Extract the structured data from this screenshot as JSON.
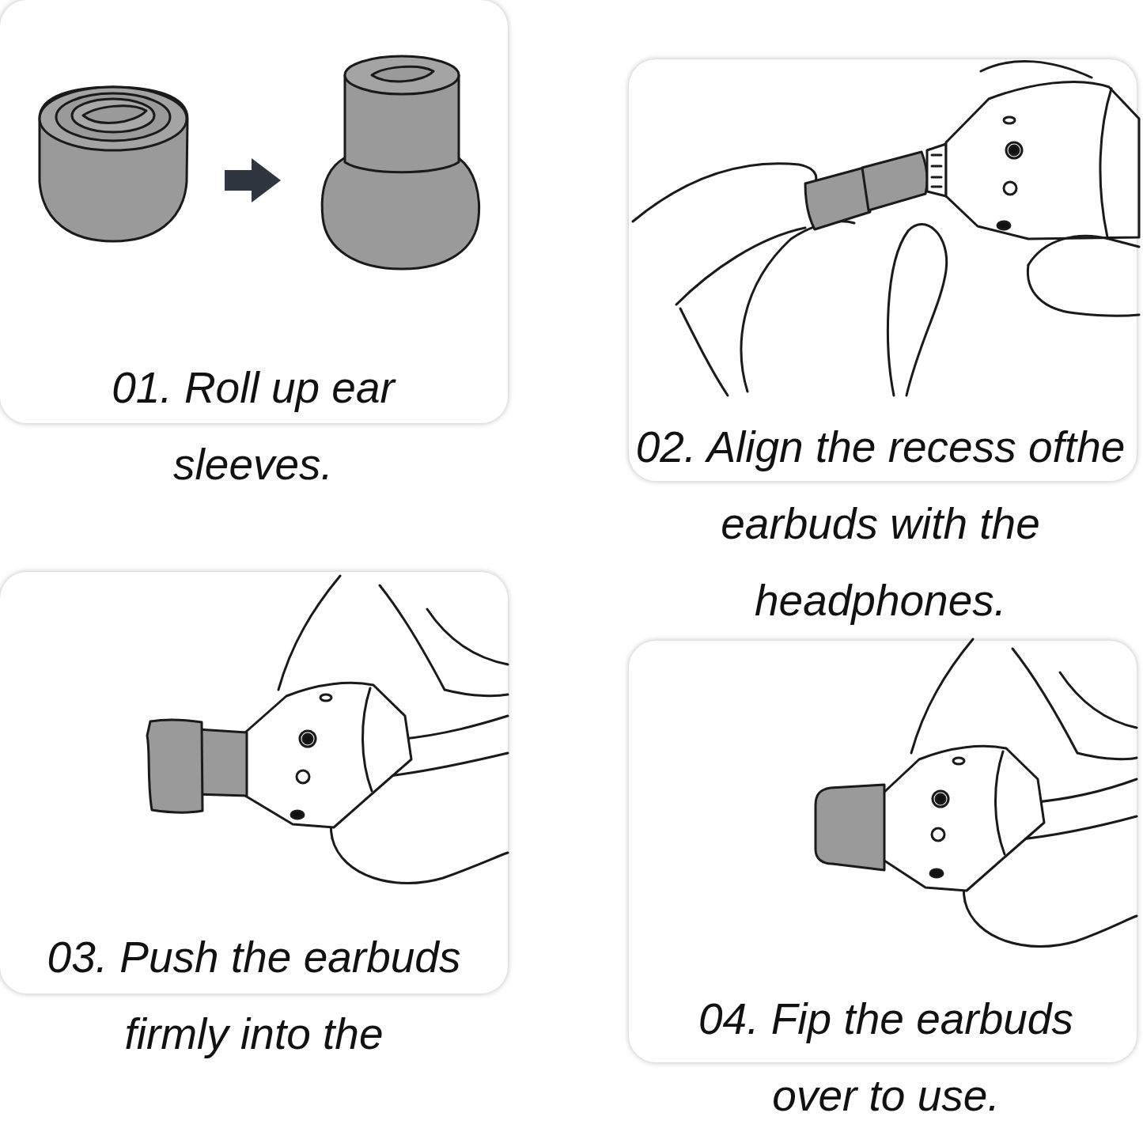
{
  "diagram": {
    "nodes": [
      {
        "text": [
          "01. Roll up ear sleeves."
        ]
      },
      {
        "text": [
          "02. Align the recess ofthe earbuds with the headphones."
        ]
      },
      {
        "text": [
          "03. Push the earbuds firmly into the"
        ]
      },
      {
        "text": [
          "04. Fip the earbuds over to use."
        ]
      }
    ]
  }
}
